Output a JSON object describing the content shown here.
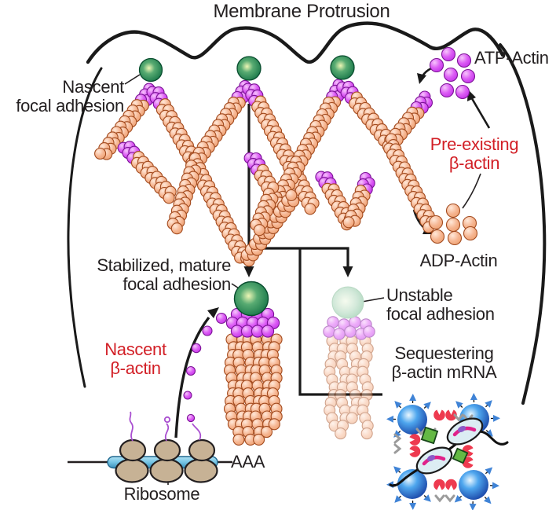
{
  "title": "Membrane Protrusion",
  "labels": {
    "nascent_fa": "Nascent\nfocal adhesion",
    "atp_actin": "ATP-Actin",
    "pre_existing": "Pre-existing\nβ-actin",
    "adp_actin": "ADP-Actin",
    "stabilized_fa": "Stabilized, mature\nfocal adhesion",
    "unstable_fa": "Unstable\nfocal adhesion",
    "nascent_beta": "Nascent\nβ-actin",
    "sequestering": "Sequestering\nβ-actin mRNA",
    "poly_a": "AAA",
    "ribosome": "Ribosome"
  },
  "colors": {
    "text": "#231f20",
    "accent_red": "#d21f26",
    "actin_orange": "#f6b692",
    "actin_orange_edge": "#a34b1f",
    "beta_actin_magenta": "#d44ff0",
    "beta_actin_magenta_edge": "#7c1496",
    "focal_adhesion_green": "#15854f",
    "unstable_green": "#b9dcc6",
    "mrna_blue": "#74c4e4",
    "ribosome_tan": "#c7b295",
    "granule_blue": "#2563c4",
    "granule_arrow_blue": "#3f83d6",
    "granule_red": "#ee3a4f",
    "granule_green": "#64b944",
    "granule_gray": "#9b9b9b",
    "nascent_chain_purple": "#a94fd0",
    "membrane_black": "#1a1a1a"
  }
}
